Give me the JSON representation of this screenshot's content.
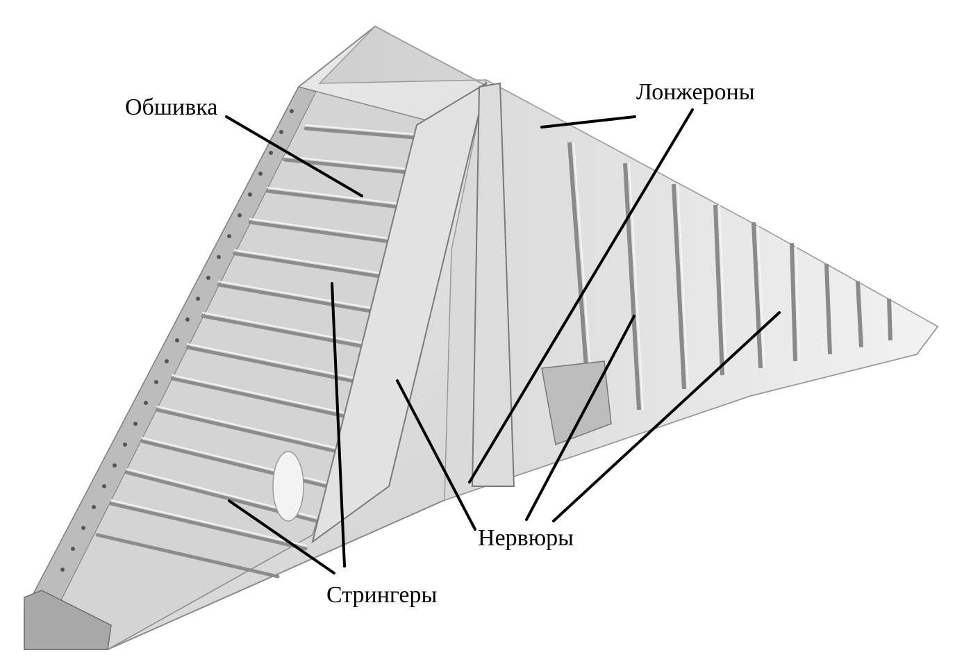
{
  "labels": {
    "skin": "Обшивка",
    "spars": "Лонжероны",
    "ribs": "Нервюры",
    "stringers": "Стрингеры"
  },
  "colors": {
    "background": "#ffffff",
    "leader_line": "#000000",
    "metal_light": "#e6e6e6",
    "metal_mid": "#bdbdbd",
    "metal_dark": "#6e6e6e"
  }
}
